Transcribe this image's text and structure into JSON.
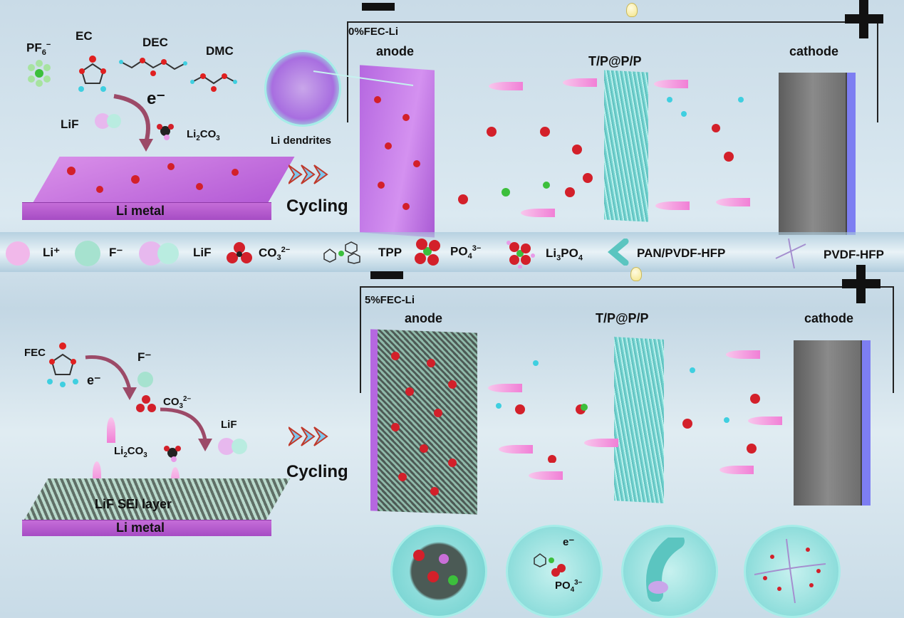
{
  "top": {
    "molecules": {
      "pf6": "PF",
      "pf6_sub": "6",
      "pf6_sup": "−",
      "ec": "EC",
      "dec": "DEC",
      "dmc": "DMC"
    },
    "electron": "e⁻",
    "lif": "LiF",
    "li2co3_a": "Li",
    "li2co3_sub": "2",
    "li2co3_b": "CO",
    "li2co3_sub2": "3",
    "li_metal": "Li metal",
    "li_dendrites": "Li dendrites",
    "cycling": "Cycling",
    "anode_title": "0%FEC-Li",
    "anode": "anode",
    "separator": "T/P@P/P",
    "cathode": "cathode"
  },
  "legend": {
    "li_plus": "Li⁺",
    "f_minus": "F⁻",
    "lif": "LiF",
    "co3": "CO",
    "co3_sub": "3",
    "co3_sup": "2−",
    "tpp": "TPP",
    "po4": "PO",
    "po4_sub": "4",
    "po4_sup": "3−",
    "li3po4_a": "Li",
    "li3po4_sub": "3",
    "li3po4_b": "PO",
    "li3po4_sub2": "4",
    "pan": "PAN/PVDF-HFP",
    "pvdf": "PVDF-HFP"
  },
  "bottom": {
    "fec": "FEC",
    "electron": "e⁻",
    "f_minus": "F⁻",
    "co3": "CO",
    "co3_sub": "3",
    "co3_sup": "2−",
    "lif": "LiF",
    "li2co3_a": "Li",
    "li2co3_sub": "2",
    "li2co3_b": "CO",
    "li2co3_sub2": "3",
    "sei": "LiF SEI layer",
    "li_metal": "Li metal",
    "cycling": "Cycling",
    "anode_title": "5%FEC-Li",
    "anode": "anode",
    "separator": "T/P@P/P",
    "cathode": "cathode",
    "zoom_electron": "e⁻",
    "zoom_po4": "PO",
    "zoom_po4_sub": "4",
    "zoom_po4_sup": "3−"
  },
  "colors": {
    "li_metal": "#b45bd6",
    "separator": "#6fd3cf",
    "cathode_edge": "#7d7ef2",
    "co3": "#d3202a"
  }
}
